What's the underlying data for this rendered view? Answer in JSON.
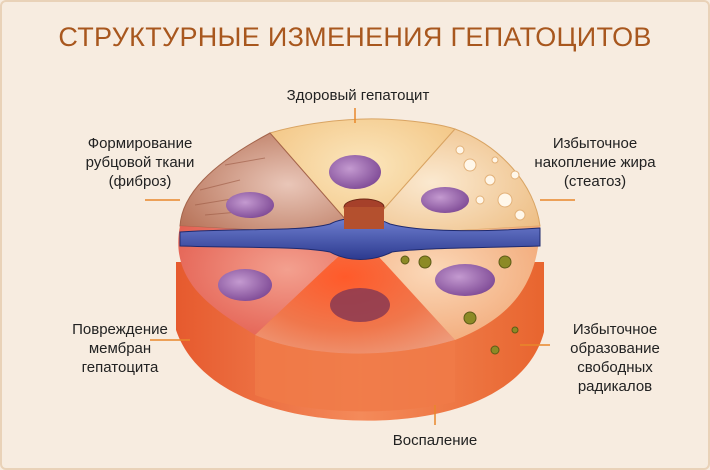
{
  "title": "СТРУКТУРНЫЕ ИЗМЕНЕНИЯ ГЕПАТОЦИТОВ",
  "labels": {
    "healthy": [
      "Здоровый гепатоцит"
    ],
    "fibrosis": [
      "Формирование",
      "рубцовой ткани",
      "(фиброз)"
    ],
    "steatosis": [
      "Избыточное",
      "накопление жира",
      "(стеатоз)"
    ],
    "membrane": [
      "Повреждение",
      "мембран",
      "гепатоцита"
    ],
    "radicals": [
      "Избыточное",
      "образование",
      "свободных",
      "радикалов"
    ],
    "inflammation": [
      "Воспаление"
    ]
  },
  "colors": {
    "title": "#a8571e",
    "background": "#f7ece0",
    "leader_line": "#e8872a",
    "vessel": "#3b4ea8",
    "nucleus": "#8e5aa6"
  }
}
